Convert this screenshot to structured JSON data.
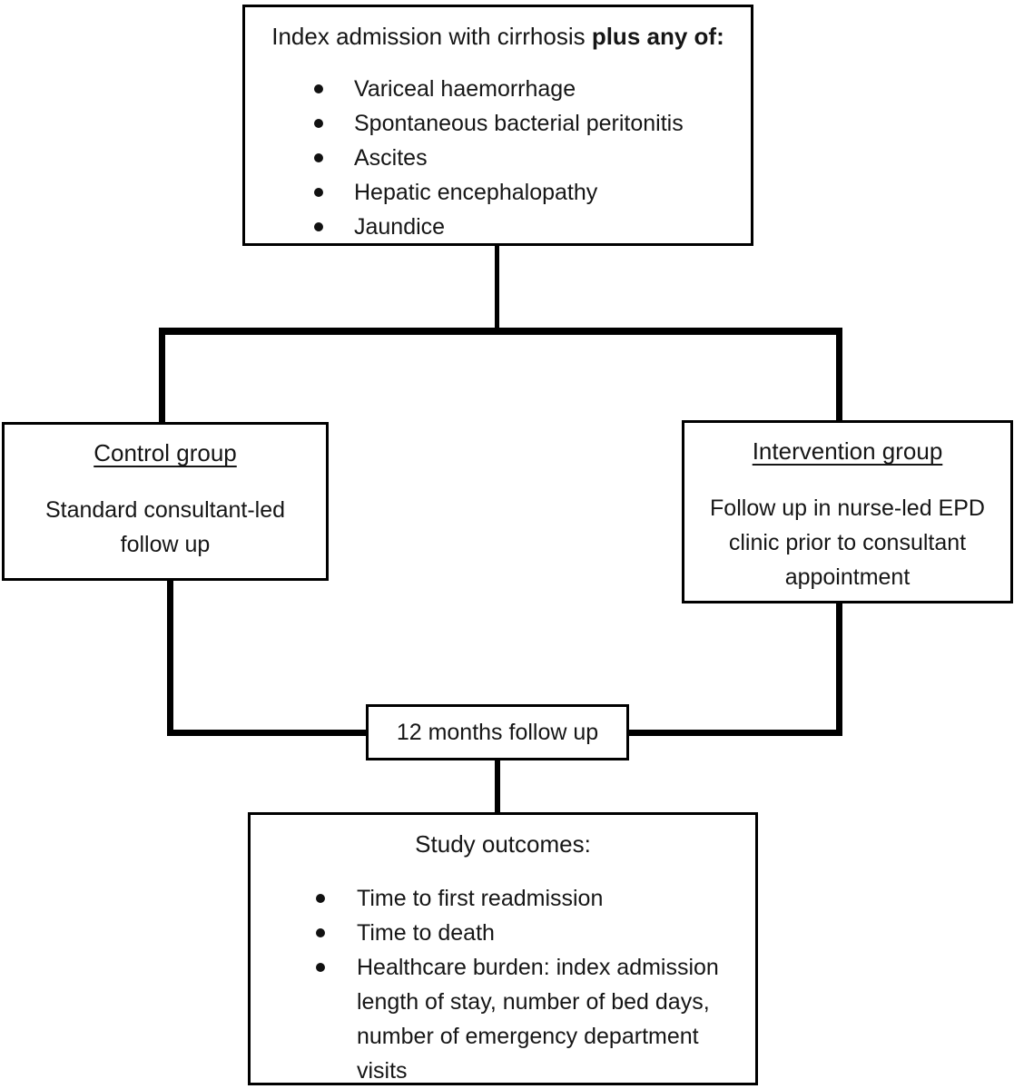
{
  "diagram": {
    "top_box": {
      "title_normal": "Index admission with cirrhosis ",
      "title_bold": "plus any of:",
      "items": [
        "Variceal haemorrhage",
        "Spontaneous bacterial peritonitis",
        "Ascites",
        "Hepatic encephalopathy",
        "Jaundice"
      ]
    },
    "control_box": {
      "heading": "Control group",
      "body": "Standard consultant-led follow up"
    },
    "intervention_box": {
      "heading": "Intervention group",
      "body": "Follow up in nurse-led EPD clinic prior to consultant appointment"
    },
    "followup_box": {
      "label": "12 months follow up"
    },
    "outcomes_box": {
      "heading": "Study outcomes:",
      "items": [
        "Time to first readmission",
        "Time to death",
        "Healthcare burden: index admission length of stay, number of bed days, number of emergency department visits"
      ]
    },
    "colors": {
      "line": "#000000",
      "background": "#ffffff",
      "text": "#161616"
    }
  }
}
